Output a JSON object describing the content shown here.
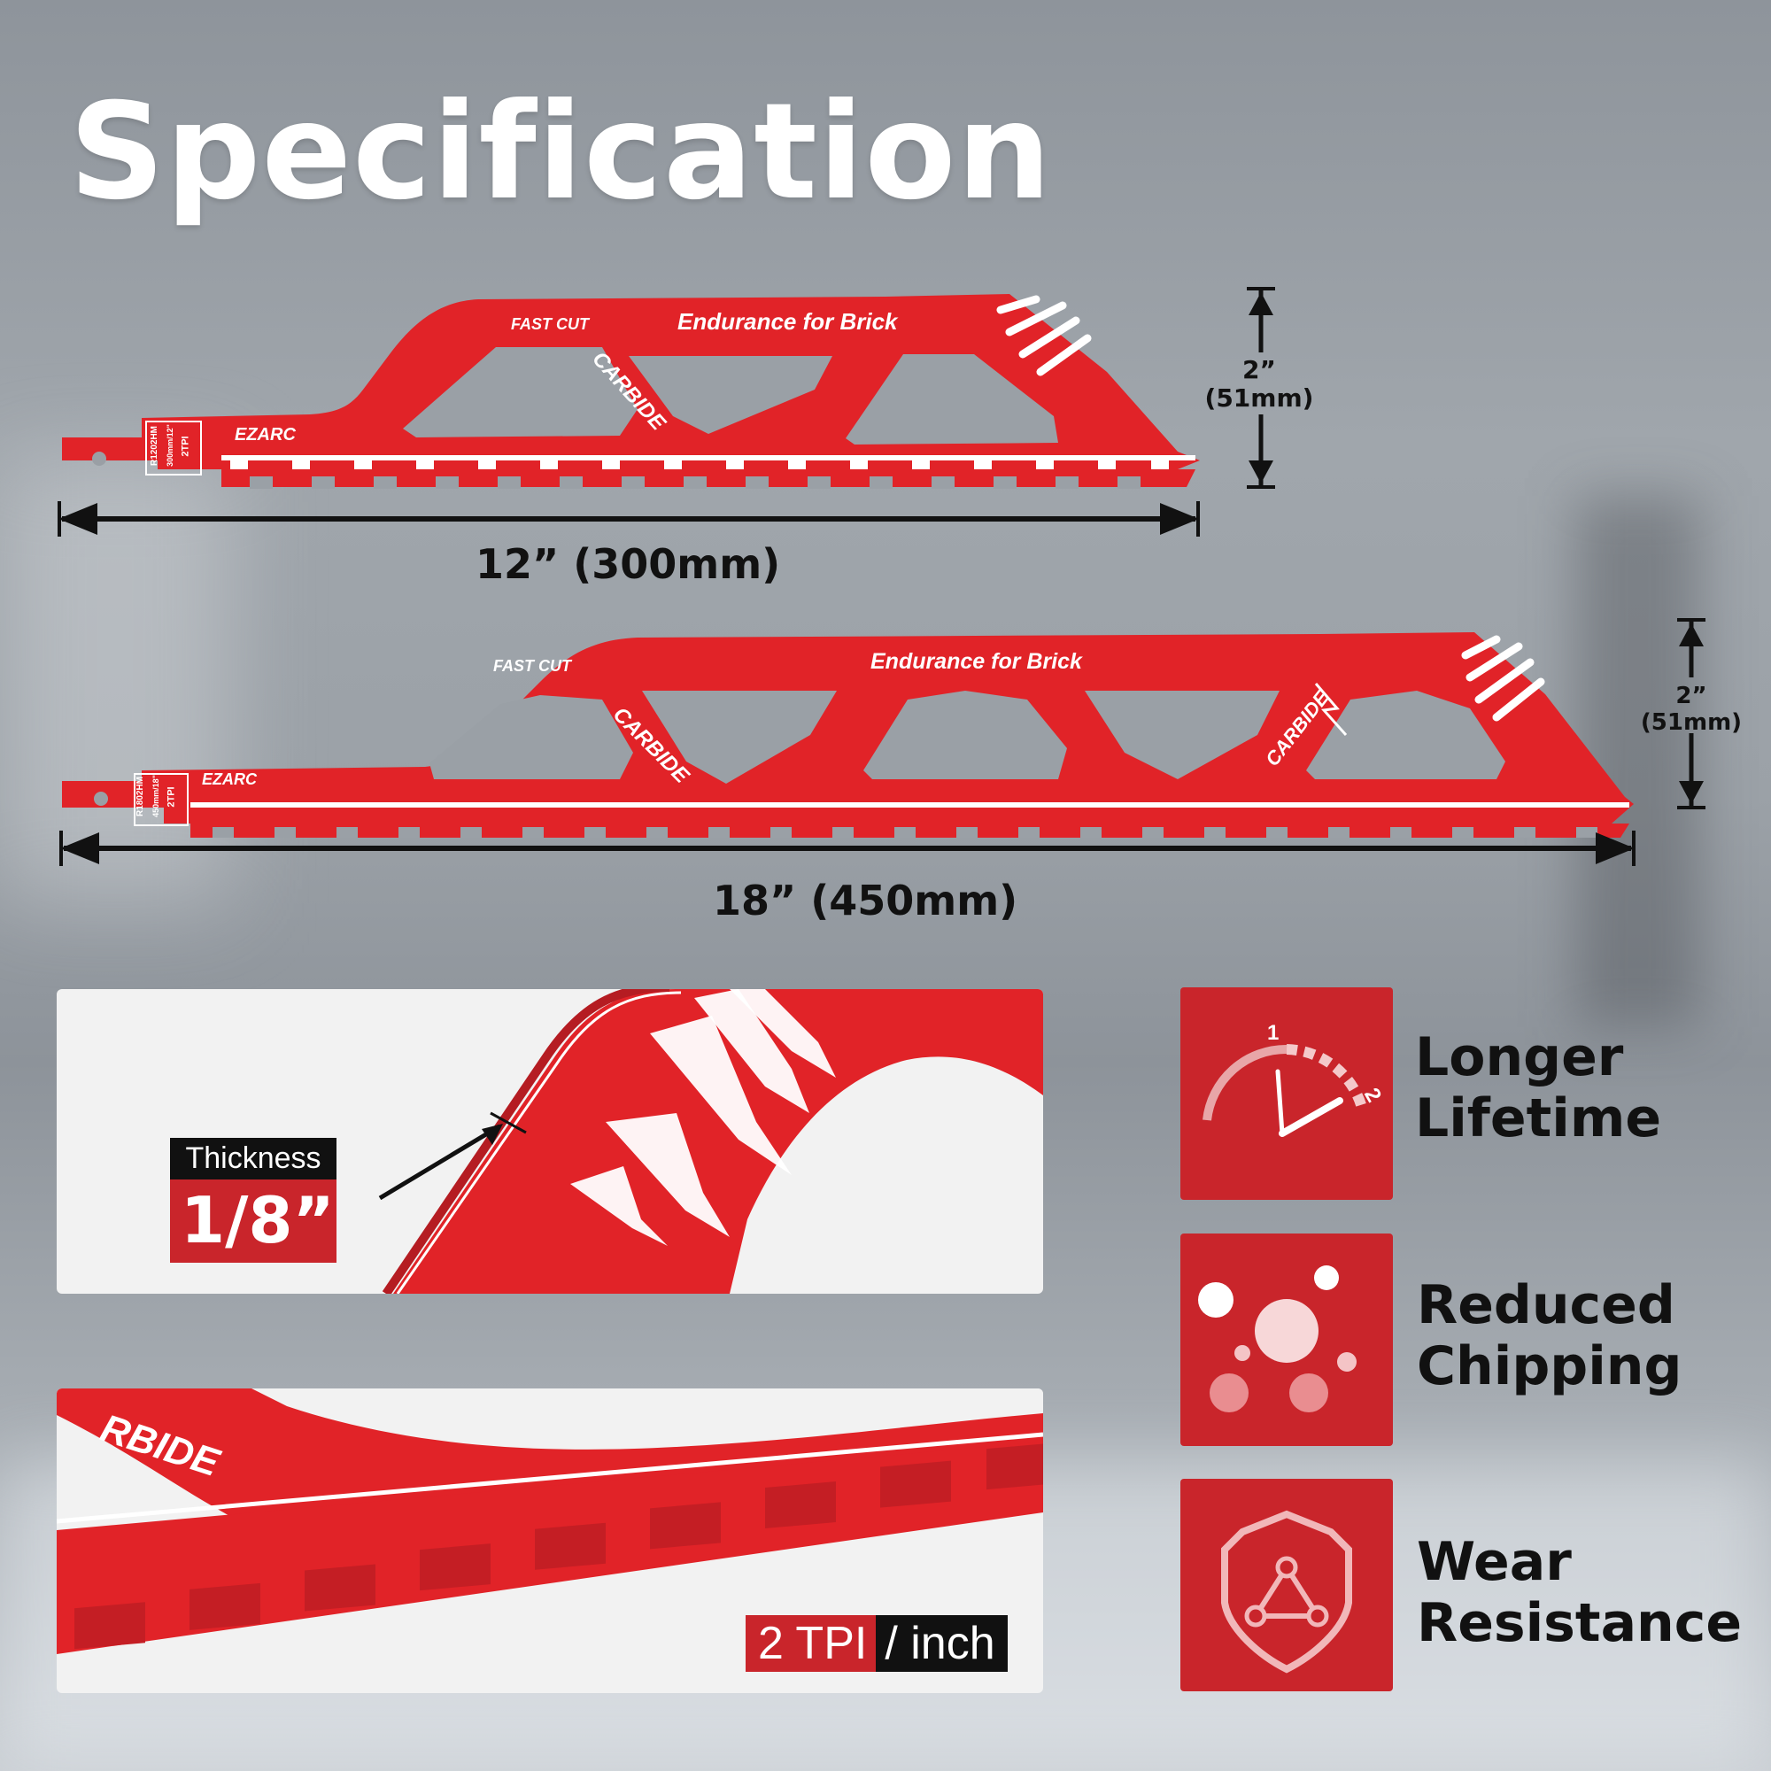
{
  "title": "Specification",
  "blade_small": {
    "fast_cut": "FAST CUT",
    "slogan": "Endurance for Brick",
    "carbide": "CARBIDE",
    "brand": "EZARC",
    "tag_code": "R1202HM",
    "tag_size": "300mm/12\"",
    "tag_tpi": "2TPI",
    "length_label": "12” (300mm)",
    "height_label_in": "2”",
    "height_label_mm": "(51mm)"
  },
  "blade_large": {
    "fast_cut": "FAST CUT",
    "slogan": "Endurance for Brick",
    "carbide": "CARBIDE",
    "carbide_2": "CARBIDE",
    "brand": "EZARC",
    "tag_code": "R1802HM",
    "tag_size": "450mm/18\"",
    "tag_tpi": "2TPI",
    "length_label": "18” (450mm)",
    "height_label_in": "2”",
    "height_label_mm": "(51mm)"
  },
  "thickness": {
    "label": "Thickness",
    "value": "1/8”"
  },
  "teeth_panel": {
    "carbide_fragment": "RBIDE",
    "tpi_value": "2 TPI",
    "tpi_unit": "/ inch"
  },
  "features": [
    {
      "line1": "Longer",
      "line2": "Lifetime",
      "icon": "gauge-icon",
      "gauge_1": "1",
      "gauge_2": "2"
    },
    {
      "line1": "Reduced",
      "line2": "Chipping",
      "icon": "chips-icon"
    },
    {
      "line1": "Wear",
      "line2": "Resistance",
      "icon": "shield-icon"
    }
  ],
  "colors": {
    "blade_red": "#e12328",
    "tile_red": "#c9252b",
    "text_dark": "#111111"
  }
}
